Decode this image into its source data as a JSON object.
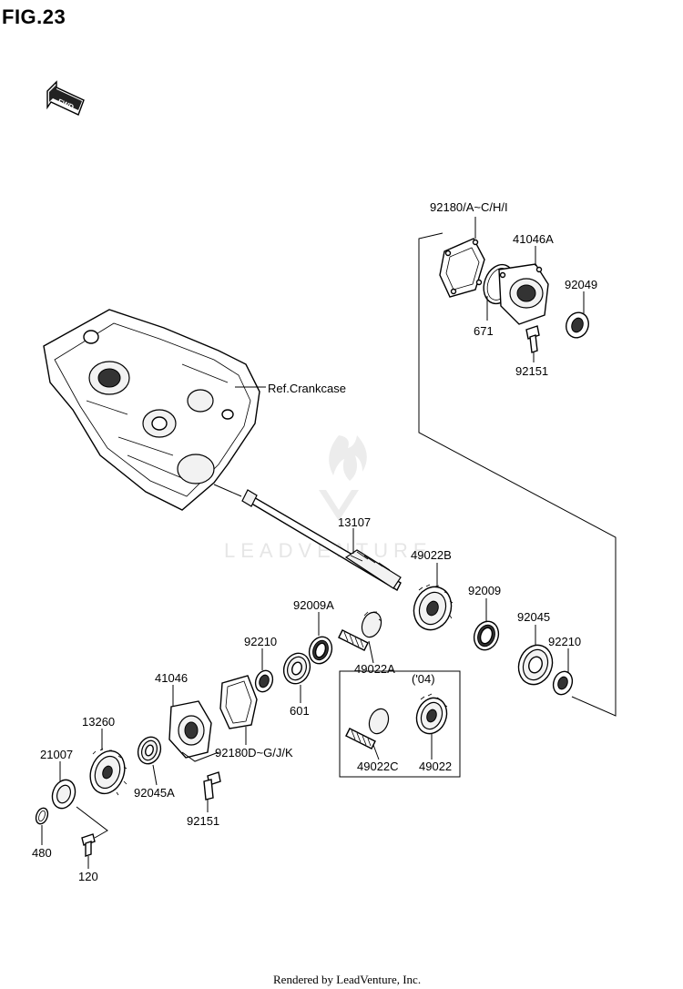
{
  "figure": {
    "title": "FIG.23"
  },
  "fwd_label": "FWD",
  "watermark": "LEADVENTURE",
  "footer": "Rendered by LeadVenture, Inc.",
  "labels": {
    "p92180_aci": "92180/A~C/H/I",
    "p41046a": "41046A",
    "p92049": "92049",
    "p671": "671",
    "p92151_top": "92151",
    "ref_crankcase": "Ref.Crankcase",
    "p13107": "13107",
    "p49022b": "49022B",
    "p92009a": "92009A",
    "p92009": "92009",
    "p92045": "92045",
    "p92210_right": "92210",
    "p92210_left": "92210",
    "p49022a": "49022A",
    "p601": "601",
    "p41046": "41046",
    "p92180_dgjk": "92180D~G/J/K",
    "p13260": "13260",
    "p21007": "21007",
    "p92045a": "92045A",
    "p92151_bottom": "92151",
    "p480": "480",
    "p120": "120",
    "box_year": "('04)",
    "p49022c": "49022C",
    "p49022": "49022"
  }
}
